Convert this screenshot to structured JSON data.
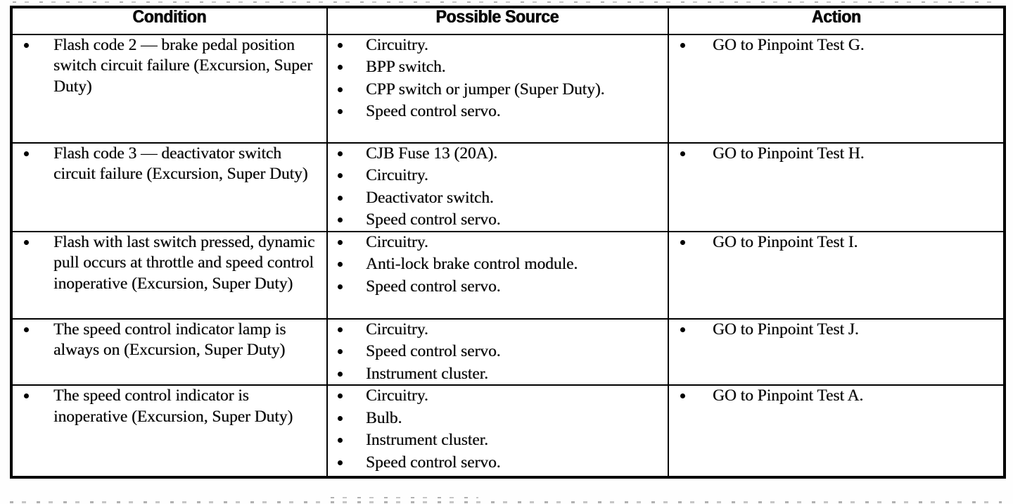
{
  "document": {
    "type": "diagnostic-table",
    "bullet_glyph": "•"
  },
  "table": {
    "headers": {
      "condition": "Condition",
      "possible_source": "Possible Source",
      "action": "Action"
    },
    "rows": [
      {
        "condition": [
          "Flash code 2 — brake pedal position switch circuit failure (Excursion, Super Duty)"
        ],
        "possible_source": [
          "Circuitry.",
          "BPP switch.",
          "CPP switch or jumper (Super Duty).",
          "Speed control servo."
        ],
        "action": [
          "GO to Pinpoint Test G."
        ]
      },
      {
        "condition": [
          "Flash code 3 — deactivator switch circuit failure (Excursion, Super Duty)"
        ],
        "possible_source": [
          "CJB Fuse 13 (20A).",
          "Circuitry.",
          "Deactivator switch.",
          "Speed control servo."
        ],
        "action": [
          "GO to Pinpoint Test H."
        ]
      },
      {
        "condition": [
          "Flash with last switch pressed, dynamic pull occurs at throttle and speed control inoperative (Excursion, Super Duty)"
        ],
        "possible_source": [
          "Circuitry.",
          "Anti-lock brake control module.",
          "Speed control servo."
        ],
        "action": [
          "GO to Pinpoint Test I."
        ]
      },
      {
        "condition": [
          "The speed control indicator lamp is always on (Excursion, Super Duty)"
        ],
        "possible_source": [
          "Circuitry.",
          "Speed control servo.",
          "Instrument cluster."
        ],
        "action": [
          "GO to Pinpoint Test J."
        ]
      },
      {
        "condition": [
          "The speed control indicator is inoperative (Excursion, Super Duty)"
        ],
        "possible_source": [
          "Circuitry.",
          "Bulb.",
          "Instrument cluster.",
          "Speed control servo."
        ],
        "action": [
          "GO to Pinpoint Test A."
        ]
      }
    ]
  },
  "colors": {
    "ink": "#000000",
    "paper": "#ffffff"
  }
}
